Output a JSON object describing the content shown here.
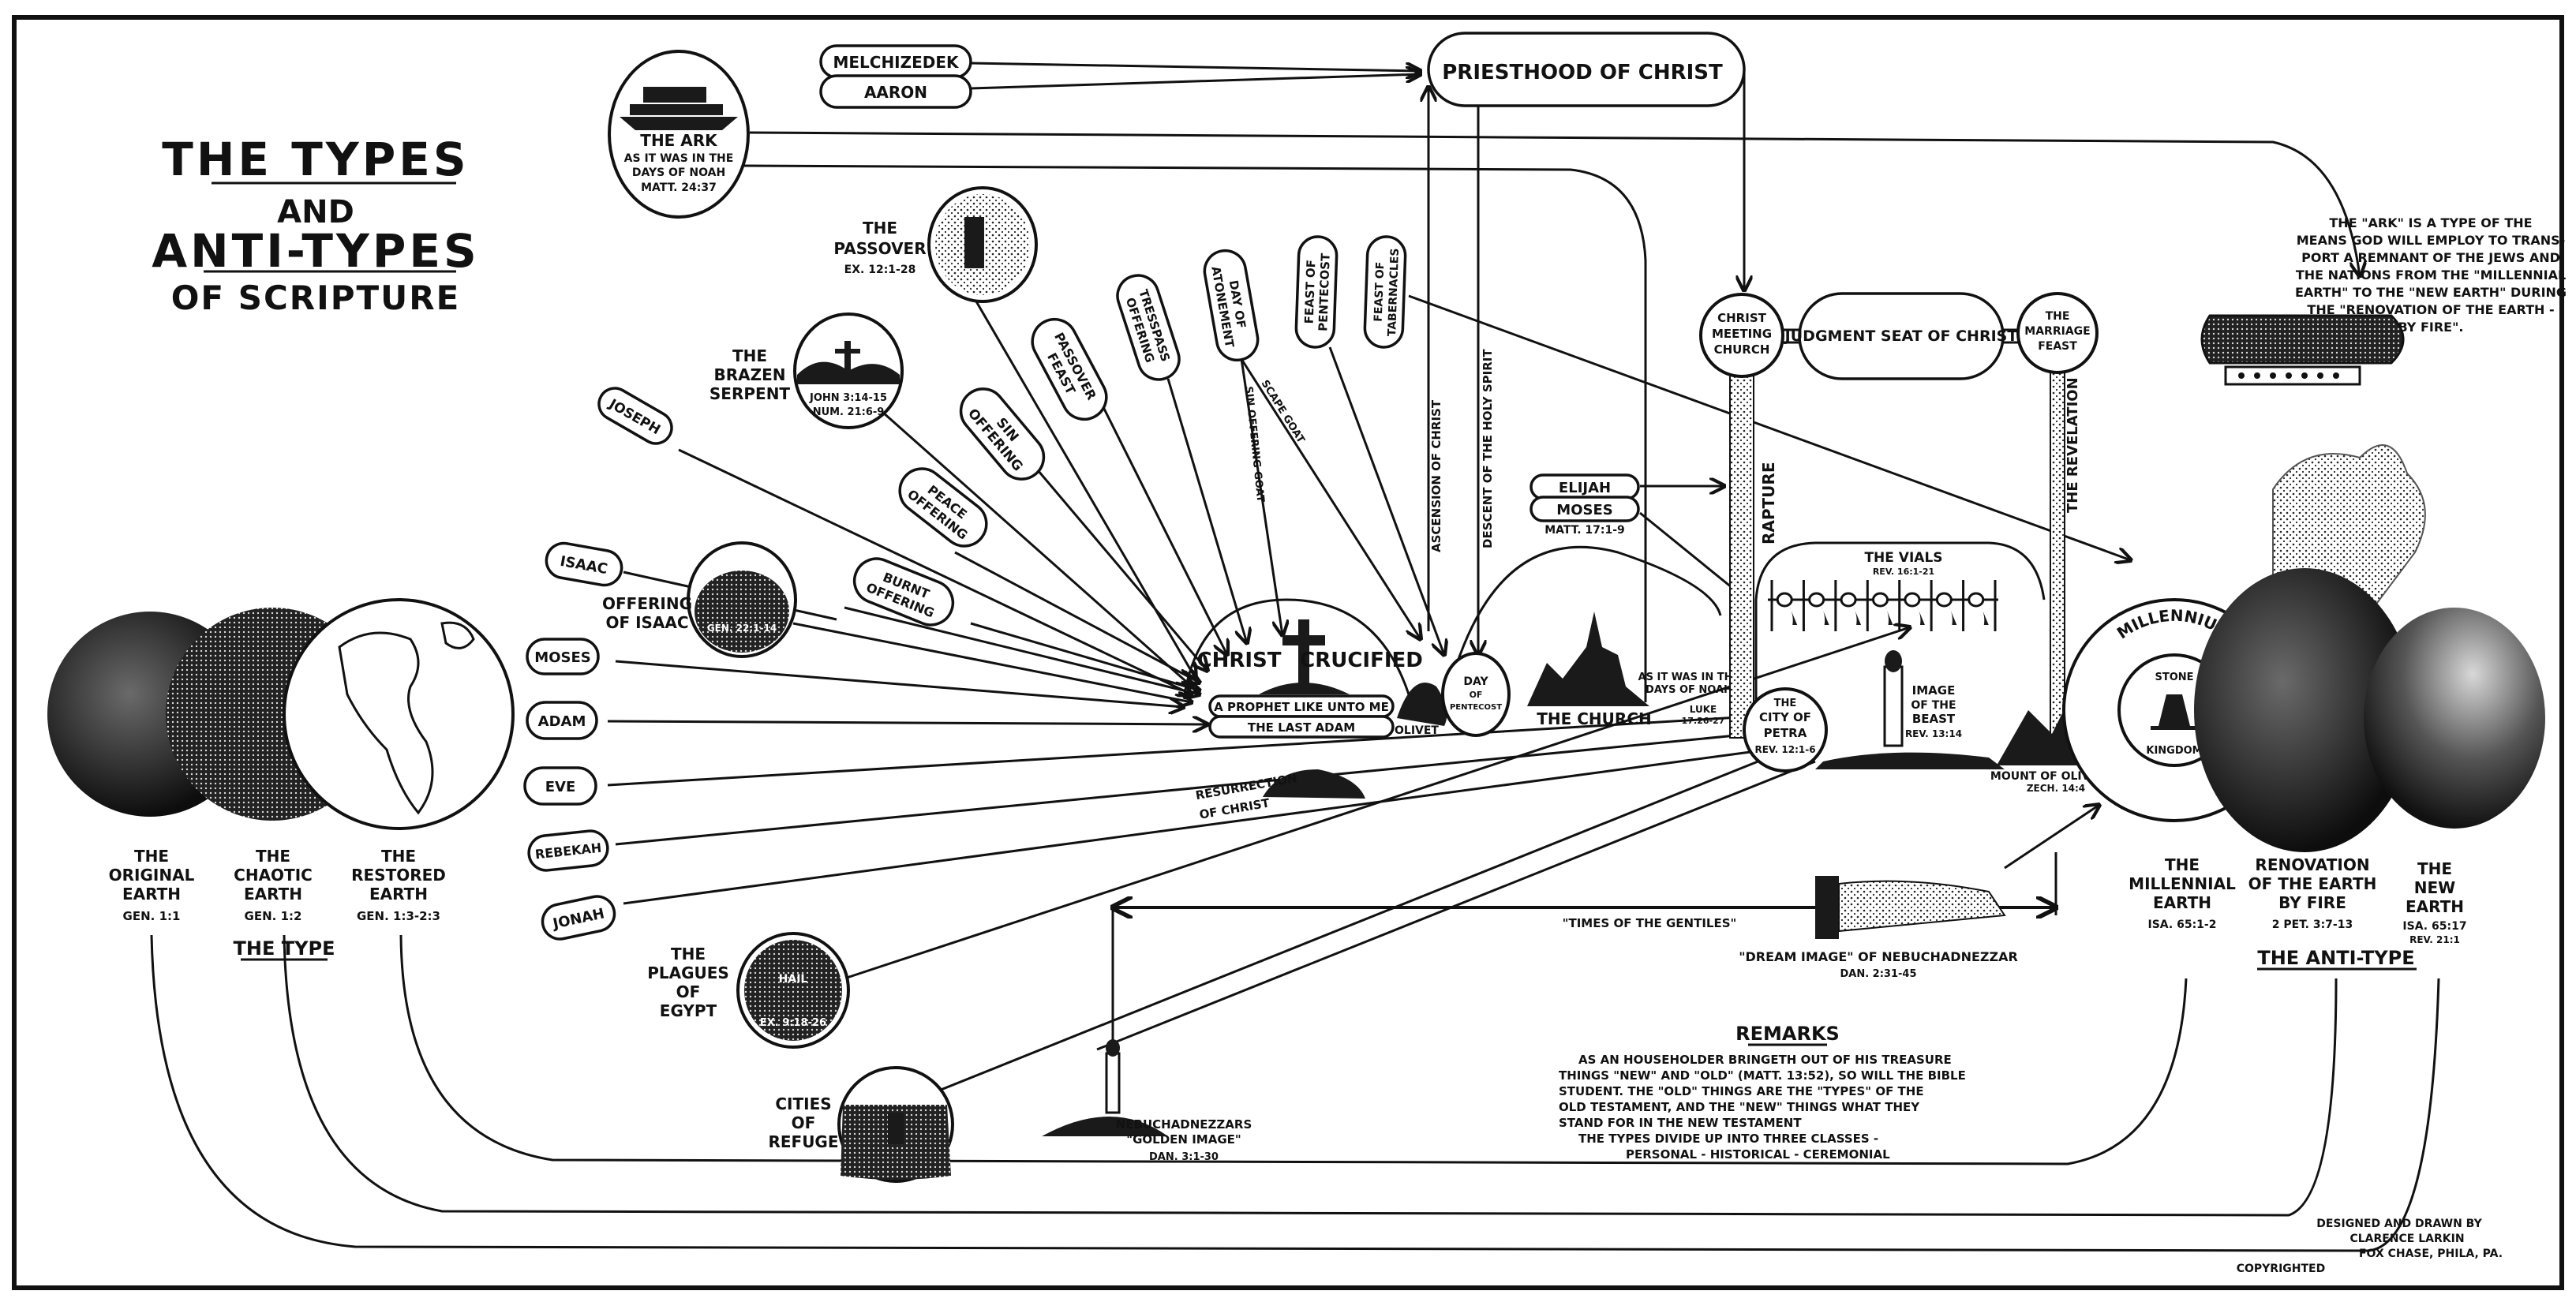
{
  "title": {
    "line1": "THE TYPES",
    "line2": "AND",
    "line3": "ANTI-TYPES",
    "line4": "OF SCRIPTURE"
  },
  "priesthood": {
    "label": "PRIESTHOOD OF CHRIST",
    "types": [
      "MELCHIZEDEK",
      "AARON"
    ]
  },
  "ark": {
    "title": "THE ARK",
    "line1": "AS IT WAS IN THE",
    "line2": "DAYS OF NOAH",
    "ref": "MATT. 24:37"
  },
  "ark_note": [
    "THE \"ARK\" IS A TYPE OF THE",
    "MEANS GOD WILL EMPLOY TO TRANS-",
    "PORT A REMNANT OF THE JEWS AND",
    "THE NATIONS FROM THE \"MILLENNIAL",
    "EARTH\" TO THE \"NEW EARTH\" DURING",
    "THE \"RENOVATION OF THE EARTH -",
    "BY FIRE\"."
  ],
  "passover": {
    "line1": "THE",
    "line2": "PASSOVER",
    "ref": "EX. 12:1-28"
  },
  "brazen_serpent": {
    "line1": "THE",
    "line2": "BRAZEN",
    "line3": "SERPENT",
    "ref1": "JOHN 3:14-15",
    "ref2": "NUM. 21:6-9"
  },
  "offering_isaac": {
    "line1": "OFFERING",
    "line2": "OF ISAAC",
    "ref": "GEN. 22:1-14"
  },
  "plagues": {
    "line1": "THE",
    "line2": "PLAGUES",
    "line3": "OF",
    "line4": "EGYPT",
    "inner": "HAIL",
    "ref": "EX. 9:18-26"
  },
  "cities_refuge": {
    "line1": "CITIES",
    "line2": "OF",
    "line3": "REFUGE"
  },
  "people": [
    "JOSEPH",
    "ISAAC",
    "MOSES",
    "ADAM",
    "EVE",
    "REBEKAH",
    "JONAH"
  ],
  "offerings": [
    {
      "l1": "PEACE",
      "l2": "OFFERING"
    },
    {
      "l1": "BURNT",
      "l2": "OFFERING"
    },
    {
      "l1": "SIN",
      "l2": "OFFERING"
    },
    {
      "l1": "PASSOVER",
      "l2": "FEAST"
    },
    {
      "l1": "TRESSPASS",
      "l2": "OFFERING"
    },
    {
      "l1": "DAY OF",
      "l2": "ATONEMENT"
    },
    {
      "l1": "FEAST OF",
      "l2": "PENTECOST"
    },
    {
      "l1": "FEAST OF",
      "l2": "TABERNACLES"
    }
  ],
  "atonement_goats": {
    "sin_goat": "SIN OFFERING GOAT",
    "scape_goat": "SCAPE GOAT"
  },
  "christ_crucified": {
    "label_left": "CHRIST",
    "label_right": "CRUCIFIED",
    "prophet": "A PROPHET LIKE UNTO ME",
    "last_adam": "THE LAST ADAM"
  },
  "olivet": "OLIVET",
  "ascension": "ASCENSION OF CHRIST",
  "descent": "DESCENT OF THE HOLY SPIRIT",
  "pentecost": {
    "l1": "DAY",
    "l2": "OF",
    "l3": "PENTECOST"
  },
  "church": "THE CHURCH",
  "noah_days": {
    "l1": "AS IT WAS IN THE",
    "l2": "DAYS OF NOAH",
    "ref1": "LUKE",
    "ref2": "17:26-27"
  },
  "elijah_moses": {
    "elijah": "ELIJAH",
    "moses": "MOSES",
    "ref": "MATT. 17:1-9"
  },
  "christ_meeting": {
    "l1": "CHRIST",
    "l2": "MEETING",
    "l3": "CHURCH"
  },
  "judgment_seat": "JUDGMENT SEAT OF CHRIST",
  "marriage_feast": {
    "l1": "THE",
    "l2": "MARRIAGE",
    "l3": "FEAST"
  },
  "rapture": "RAPTURE",
  "revelation": "THE REVELATION",
  "vials": {
    "title": "THE VIALS",
    "ref": "REV. 16:1-21",
    "count": 7
  },
  "petra": {
    "l1": "THE",
    "l2": "CITY OF",
    "l3": "PETRA",
    "ref": "REV. 12:1-6"
  },
  "beast_image": {
    "l1": "IMAGE",
    "l2": "OF THE",
    "l3": "BEAST",
    "ref": "REV. 13:14"
  },
  "mount_olives": {
    "label": "MOUNT OF OLIVES",
    "ref": "ZECH. 14:4"
  },
  "millennium": {
    "outer": "MILLENNIUM",
    "inner_top": "STONE",
    "inner_bottom": "KINGDOM"
  },
  "resurrection": {
    "l1": "RESURRECTION",
    "l2": "OF CHRIST"
  },
  "gentiles": "\"TIMES OF THE GENTILES\"",
  "dream_image": {
    "label": "\"DREAM IMAGE\" OF NEBUCHADNEZZAR",
    "ref": "DAN. 2:31-45"
  },
  "golden_image": {
    "l1": "NEBUCHADNEZZARS",
    "l2": "\"GOLDEN IMAGE\"",
    "ref": "DAN. 3:1-30"
  },
  "earths_type": [
    {
      "l1": "THE",
      "l2": "ORIGINAL",
      "l3": "EARTH",
      "ref": "GEN. 1:1"
    },
    {
      "l1": "THE",
      "l2": "CHAOTIC",
      "l3": "EARTH",
      "ref": "GEN. 1:2"
    },
    {
      "l1": "THE",
      "l2": "RESTORED",
      "l3": "EARTH",
      "ref": "GEN. 1:3-2:3"
    }
  ],
  "type_label": "THE TYPE",
  "earths_antitype": [
    {
      "l1": "THE",
      "l2": "MILLENNIAL",
      "l3": "EARTH",
      "ref": "ISA. 65:1-2",
      "ref2": ""
    },
    {
      "l1": "RENOVATION",
      "l2": "OF THE EARTH",
      "l3": "BY FIRE",
      "ref": "2 PET. 3:7-13",
      "ref2": ""
    },
    {
      "l1": "THE",
      "l2": "NEW",
      "l3": "EARTH",
      "ref": "ISA. 65:17",
      "ref2": "REV. 21:1"
    }
  ],
  "antitype_label": "THE ANTI-TYPE",
  "remarks": {
    "title": "REMARKS",
    "lines": [
      "AS AN HOUSEHOLDER BRINGETH OUT OF HIS TREASURE",
      "THINGS \"NEW\" AND \"OLD\" (MATT. 13:52), SO WILL THE BIBLE",
      "STUDENT.  THE \"OLD\" THINGS ARE THE \"TYPES\" OF THE",
      "OLD TESTAMENT, AND THE \"NEW\" THINGS WHAT THEY",
      "STAND FOR IN THE NEW TESTAMENT",
      "THE TYPES DIVIDE UP INTO THREE CLASSES -",
      "PERSONAL - HISTORICAL - CEREMONIAL"
    ]
  },
  "credits": {
    "l1": "DESIGNED AND DRAWN BY",
    "l2": "CLARENCE LARKIN",
    "l3": "FOX CHASE, PHILA, PA.",
    "copyright": "COPYRIGHTED"
  }
}
